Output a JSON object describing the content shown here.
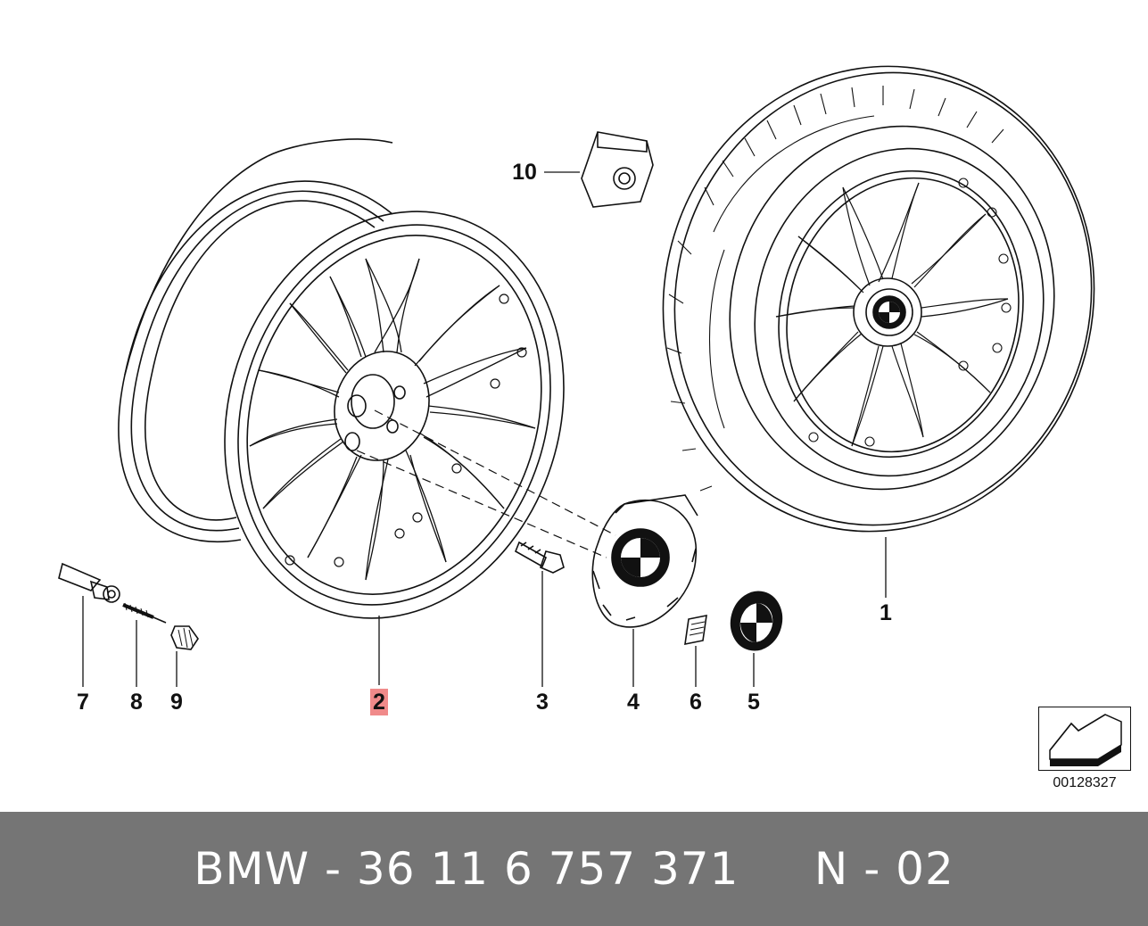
{
  "callouts": {
    "c1": "1",
    "c2": "2",
    "c3": "3",
    "c4": "4",
    "c5": "5",
    "c6": "6",
    "c7": "7",
    "c8": "8",
    "c9": "9",
    "c10": "10"
  },
  "highlighted_callout": "2",
  "diagram_id": "00128327",
  "footer": {
    "text": "BMW - 36 11 6 757 371     N - 02"
  },
  "colors": {
    "highlight": "#f08a8a",
    "footer_bg": "#757575",
    "line": "#111111"
  }
}
